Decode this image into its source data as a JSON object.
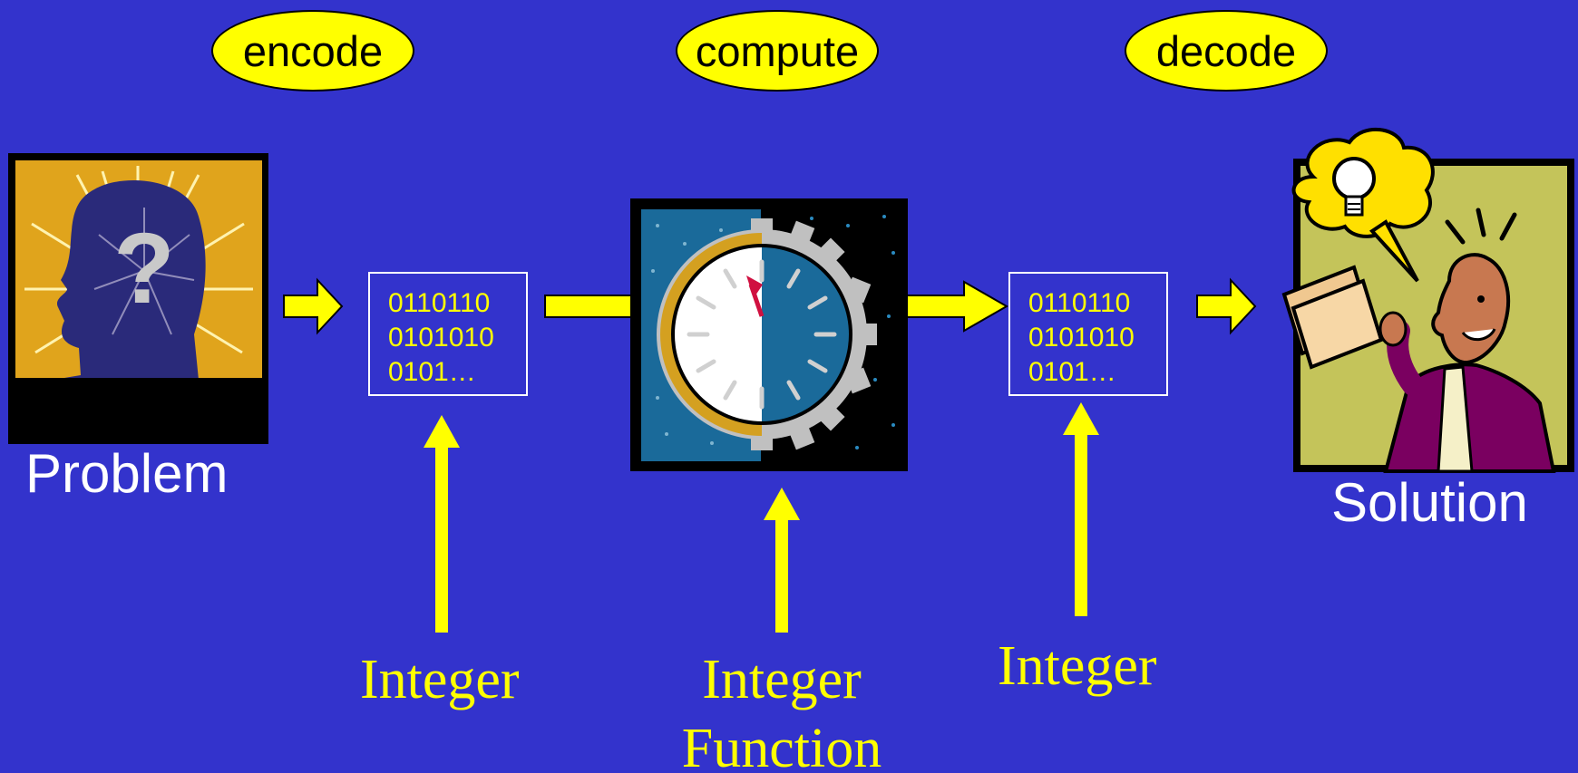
{
  "steps": {
    "encode": "encode",
    "compute": "compute",
    "decode": "decode"
  },
  "problem_label": "Problem",
  "solution_label": "Solution",
  "binary_left": [
    "0110110",
    "0101010",
    "0101…"
  ],
  "binary_right": [
    "0110110",
    "0101010",
    "0101…"
  ],
  "inputs": {
    "left": "Integer",
    "center_line1": "Integer",
    "center_line2": "Function",
    "right": "Integer"
  },
  "icons": {
    "problem": "head-question-icon",
    "compute": "gear-clock-icon",
    "solution": "person-lightbulb-icon"
  },
  "colors": {
    "background": "#3333cc",
    "highlight": "#ffff00",
    "text": "#ffffff"
  }
}
